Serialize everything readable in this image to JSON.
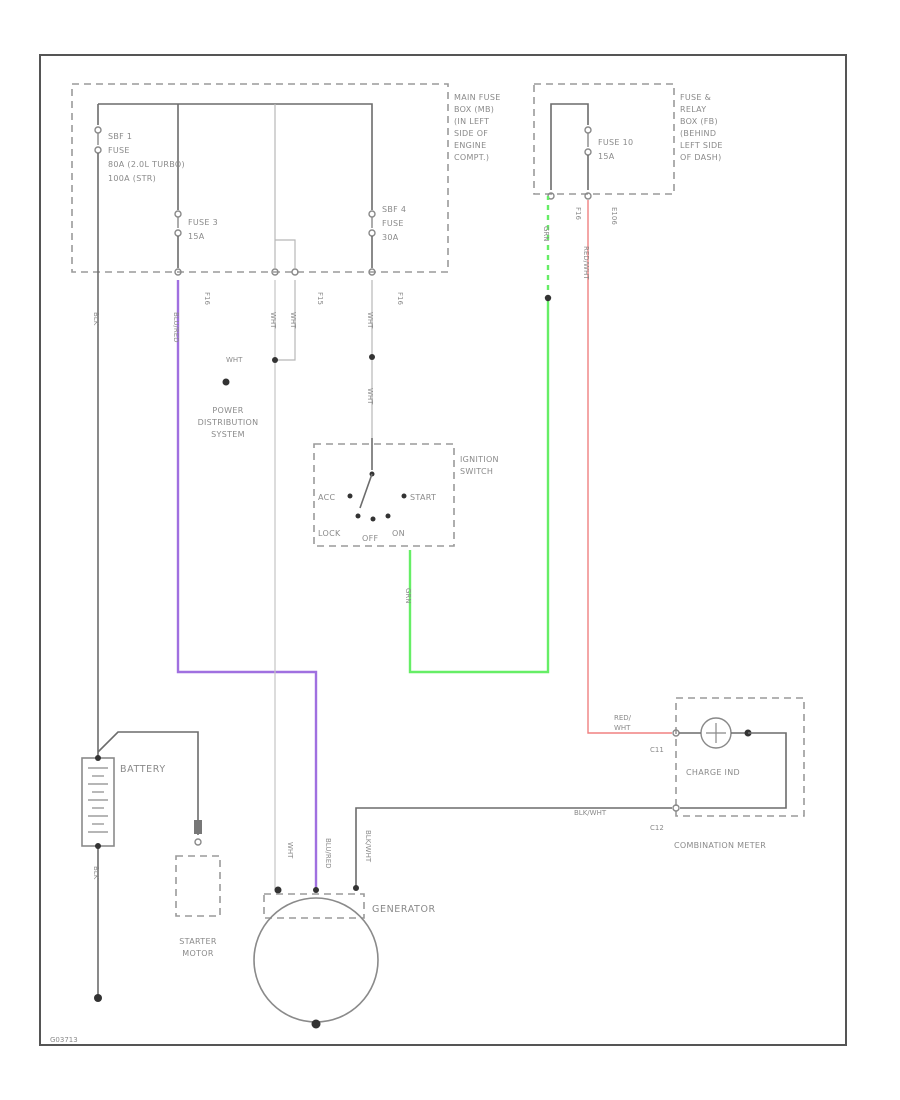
{
  "colors": {
    "purple_wire": "#a070e0",
    "green_wire": "#66ee66",
    "red_wire": "#f08080",
    "black_wire": "#666666",
    "white_wire": "#c4c4c4"
  },
  "main_fuse_box": {
    "label_lines": [
      "MAIN FUSE",
      "BOX (MB)",
      "(IN LEFT",
      "SIDE OF",
      "ENGINE",
      "COMPT.)"
    ],
    "sbf1_lines": [
      "SBF 1",
      "FUSE",
      "80A    (2.0L TURBO)",
      "100A (STR)"
    ],
    "fuse3_lines": [
      "FUSE 3",
      "15A"
    ],
    "sbf4_lines": [
      "SBF 4",
      "FUSE",
      "30A"
    ],
    "connectors": [
      "F16",
      "F15",
      "F16"
    ]
  },
  "fuse_relay_box": {
    "label_lines": [
      "FUSE &",
      "RELAY",
      "BOX (FB)",
      "(BEHIND",
      "LEFT SIDE",
      "OF DASH)"
    ],
    "fuse10_lines": [
      "FUSE 10",
      "15A"
    ],
    "connectors": [
      "F16",
      "E106"
    ]
  },
  "power_distribution": {
    "label_lines": [
      "POWER",
      "DISTRIBUTION",
      "SYSTEM"
    ],
    "wire": "WHT"
  },
  "ignition_switch": {
    "label_lines": [
      "IGNITION",
      "SWITCH"
    ],
    "positions": [
      "ACC",
      "START",
      "LOCK",
      "OFF",
      "ON"
    ]
  },
  "battery": {
    "label": "BATTERY"
  },
  "starter_motor": {
    "label_lines": [
      "STARTER",
      "MOTOR"
    ]
  },
  "generator": {
    "label": "GENERATOR"
  },
  "combination_meter": {
    "label": "COMBINATION METER",
    "charge_ind": "CHARGE IND",
    "connectors": [
      "C11",
      "C12"
    ]
  },
  "wires": {
    "purple": "BLU/RED",
    "green": "GRN",
    "red": "RED/WHT",
    "red_at_meter": [
      "RED/",
      "WHT"
    ],
    "black_wht": "BLK/WHT",
    "wht": "WHT",
    "blk": "BLK"
  },
  "footer_code": "G03713"
}
